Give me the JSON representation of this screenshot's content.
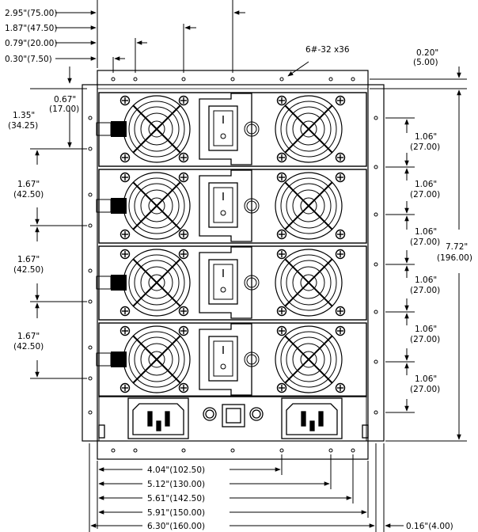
{
  "top_dims": [
    "2.95\"(75.00)",
    "1.87\"(47.50)",
    "0.79\"(20.00)",
    "0.30\"(7.50)"
  ],
  "top_right_dim": [
    "0.20\"",
    "(5.00)"
  ],
  "screw_note": "6#-32  x36",
  "left_top_dims": {
    "a": [
      "0.67\"",
      "(17.00)"
    ],
    "b": [
      "1.35\"",
      "(34.25)"
    ]
  },
  "left_dims": [
    [
      "1.67\"",
      "(42.50)"
    ],
    [
      "1.67\"",
      "(42.50)"
    ],
    [
      "1.67\"",
      "(42.50)"
    ]
  ],
  "right_dims": [
    [
      "1.06\"",
      "(27.00)"
    ],
    [
      "1.06\"",
      "(27.00)"
    ],
    [
      "1.06\"",
      "(27.00)"
    ],
    [
      "1.06\"",
      "(27.00)"
    ],
    [
      "1.06\"",
      "(27.00)"
    ],
    [
      "1.06\"",
      "(27.00)"
    ]
  ],
  "height_dim": [
    "7.72\"",
    "(196.00)"
  ],
  "bottom_dims": [
    "4.04\"(102.50)",
    "5.12\"(130.00)",
    "5.61\"(142.50)",
    "5.91\"(150.00)",
    "6.30\"(160.00)"
  ],
  "side_dim": "0.16\"(4.00)"
}
